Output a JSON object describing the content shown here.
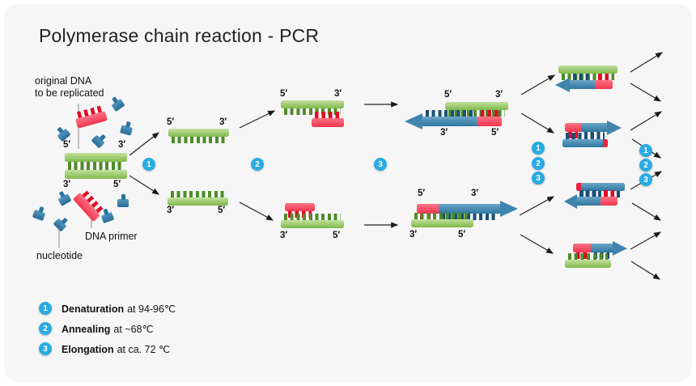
{
  "title": "Polymerase chain reaction - PCR",
  "annotations": {
    "original_dna_line1": "original DNA",
    "original_dna_line2": "to be replicated",
    "dna_primer": "DNA primer",
    "nucleotide": "nucleotide"
  },
  "strand_labels": {
    "p5": "5′",
    "p3": "3′"
  },
  "steps": [
    {
      "num": "1",
      "name": "Denaturation",
      "detail": "at 94-96℃"
    },
    {
      "num": "2",
      "name": "Annealing",
      "detail": "at ~68℃"
    },
    {
      "num": "3",
      "name": "Elongation",
      "detail": "at ca. 72 ℃"
    }
  ],
  "colors": {
    "background": "#f6f6f6",
    "template_green": "#7fb84a",
    "green_teeth": "#4e8c28",
    "primer_red": "#f2354f",
    "red_teeth": "#e00b25",
    "new_strand_blue": "#3f85ae",
    "blue_teeth": "#174f78",
    "step_badge_cyan": "#29abe2",
    "text": "#1a1a1a"
  }
}
